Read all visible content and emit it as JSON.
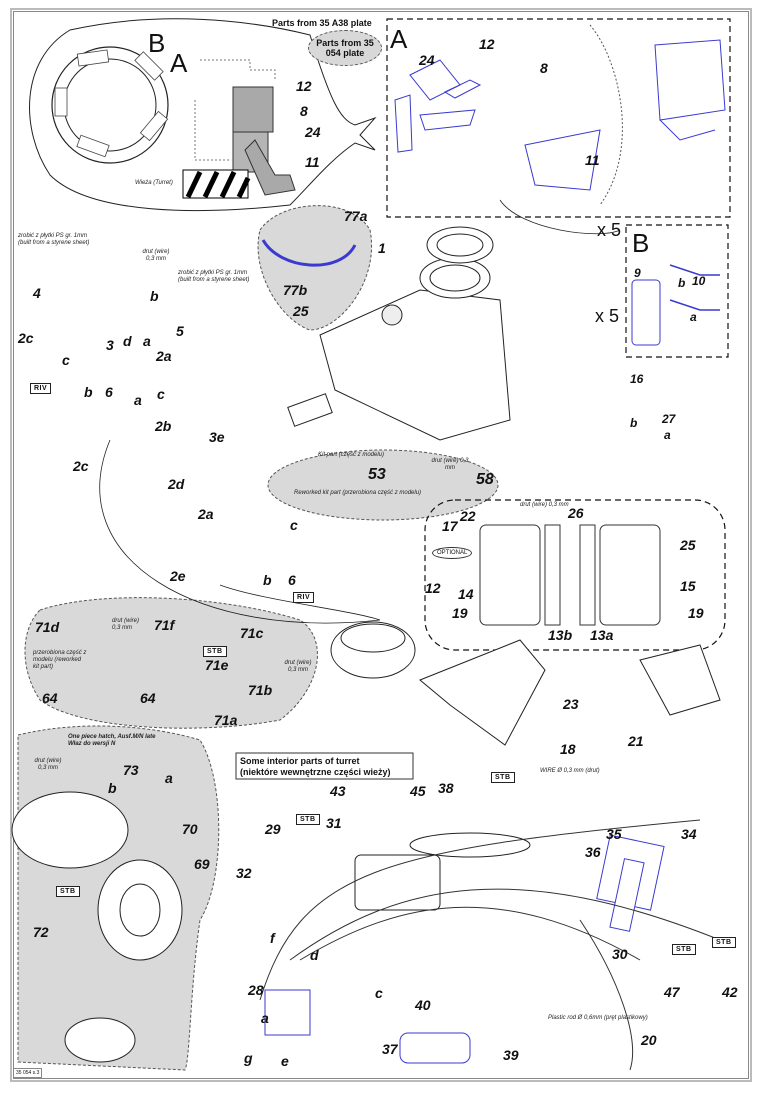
{
  "header": {
    "a38_plate": "Parts from 35 A38 plate",
    "p054_plate": "Parts from 35 054 plate"
  },
  "callouts": {
    "A": "A",
    "B": "B",
    "x5_a": "x 5",
    "x5_b": "x 5"
  },
  "turret_note": "Wieża (Turret)",
  "interior_title_en": "Some interior parts of turret",
  "interior_title_pl": "(niektóre wewnętrzne części wieży)",
  "hatch_note_line1": "One piece hatch, Ausf.M/N late",
  "hatch_note_line2": "Właz do wersji N",
  "notes": {
    "styrene_pl": "zrobić z płytki PS gr. 1mm",
    "styrene_en": "(built from a styrene sheet)",
    "wire": "drut (wire) 0,3 mm",
    "kit_part": "Kit part (część z modelu)",
    "reworked": "Reworked kit part (przerobiona część z modelu)",
    "reworked_pl": "przerobiona część z modelu (reworked kit part)",
    "wire_rod": "WIRE Ø 0,3 mm (drut)",
    "plastic_rod": "Plastic rod Ø 0,6mm (pręt plastikowy)",
    "optional": "OPTIONAL"
  },
  "badges": {
    "riv": "RIV",
    "stb": "STB"
  },
  "part_labels": {
    "p12": "12",
    "p8": "8",
    "p24": "24",
    "p11": "11",
    "a12": "12",
    "a24": "24",
    "a8": "8",
    "a11": "11",
    "b9": "9",
    "b10": "10",
    "bb": "b",
    "ba": "a",
    "p16": "16",
    "p27": "27",
    "p27b": "b",
    "p27a": "a",
    "p77a": "77a",
    "p77b": "77b",
    "p25": "25",
    "p1": "1",
    "p4": "4",
    "p2c": "2c",
    "p3": "3",
    "pd": "d",
    "pb": "b",
    "pa": "a",
    "pc": "c",
    "p2a": "2a",
    "p5": "5",
    "p6": "6",
    "p6b": "b",
    "p6a": "a",
    "p6c": "c",
    "p2b": "2b",
    "p3e": "3e",
    "p2c2": "2c",
    "p2d": "2d",
    "p2a2": "2a",
    "p2e": "2e",
    "pc2": "c",
    "pb2": "b",
    "p6_2": "6",
    "p53": "53",
    "p58": "58",
    "p22": "22",
    "p17": "17",
    "p26": "26",
    "p25b": "25",
    "p12b": "12",
    "p14": "14",
    "p15": "15",
    "p19a": "19",
    "p19b": "19",
    "p13b": "13b",
    "p13a": "13a",
    "p71d": "71d",
    "p71f": "71f",
    "p71c": "71c",
    "p71e": "71e",
    "p71b": "71b",
    "p71a": "71a",
    "p64a": "64",
    "p64b": "64",
    "p23": "23",
    "p18": "18",
    "p21": "21",
    "p73": "73",
    "p73a": "a",
    "p73b": "b",
    "p70": "70",
    "p69": "69",
    "p72": "72",
    "p43": "43",
    "p45": "45",
    "p38": "38",
    "p29": "29",
    "p31": "31",
    "p32": "32",
    "p35": "35",
    "p34": "34",
    "p36": "36",
    "p30": "30",
    "pf": "f",
    "pd2": "d",
    "p28": "28",
    "pa2": "a",
    "pc3": "c",
    "p40": "40",
    "p37": "37",
    "p39": "39",
    "pg": "g",
    "pe": "e",
    "p47": "47",
    "p42": "42",
    "p20": "20"
  },
  "footer": "35 054 s.3",
  "colors": {
    "part_blue": "#3a3ad0",
    "shade_gray": "#d9d9d9",
    "line": "#222222"
  }
}
